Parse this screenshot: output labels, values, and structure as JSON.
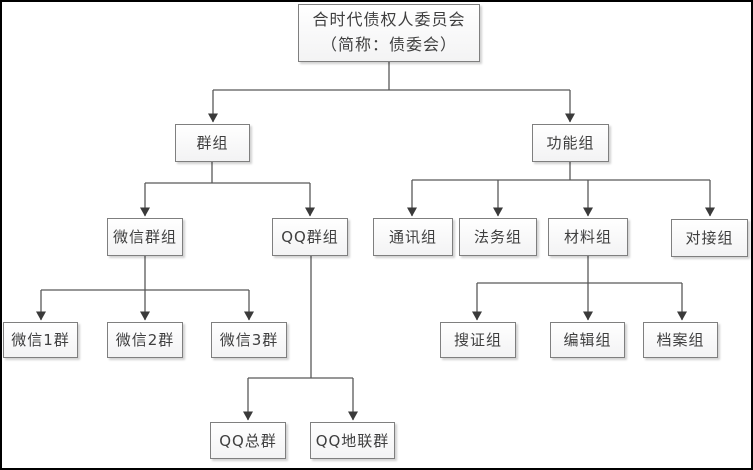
{
  "diagram": {
    "title": {
      "line1": "合时代债权人委员会",
      "line2": "（简称：债委会）"
    },
    "nodes": {
      "qunzu": "群组",
      "gongnengzu": "功能组",
      "weixin_qunzu": "微信群组",
      "qq_qunzu": "QQ群组",
      "tongxunzu": "通讯组",
      "fawuzu": "法务组",
      "cailiaozu": "材料组",
      "duijiezu": "对接组",
      "weixin1qun": "微信1群",
      "weixin2qun": "微信2群",
      "weixin3qun": "微信3群",
      "souzhengzu": "搜证组",
      "bianjizu": "编辑组",
      "danganzu": "档案组",
      "qq_zongqun": "QQ总群",
      "qq_dilianqun": "QQ地联群"
    },
    "colors": {
      "connector_line": "#595959",
      "arrowhead": "#3a3a3a",
      "box_border": "#7f7f7f",
      "box_fill_top": "#ffffff",
      "box_fill_bottom": "#f3f3f4",
      "text": "#3f3f3f",
      "frame_border": "#000000"
    }
  }
}
